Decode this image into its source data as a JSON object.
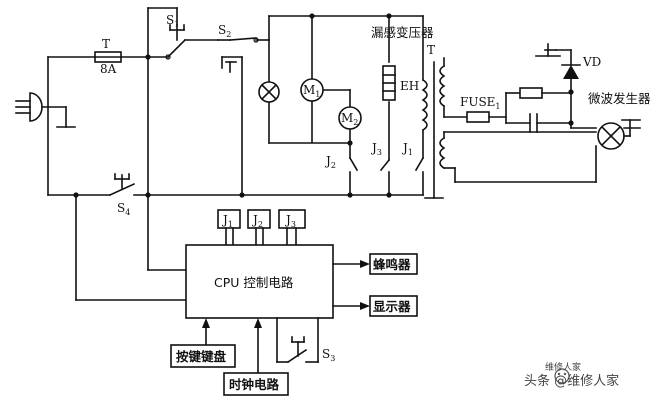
{
  "labels": {
    "fuse_t": "T",
    "fuse_rating": "8A",
    "s1": "S",
    "s1_sub": "1",
    "s2": "S",
    "s2_sub": "2",
    "s3": "S",
    "s3_sub": "3",
    "s4": "S",
    "s4_sub": "4",
    "leakage_transformer": "漏感变压器",
    "transformer_t": "T",
    "eh": "EH",
    "m1": "M",
    "m1_sub": "1",
    "m2": "M",
    "m2_sub": "2",
    "j1": "J",
    "j1_sub": "1",
    "j2": "J",
    "j2_sub": "2",
    "j3": "J",
    "j3_sub": "3",
    "fuse1": "FUSE",
    "fuse1_sub": "1",
    "vd": "VD",
    "magnetron": "微波发生器",
    "cpu": "CPU 控制电路",
    "buzzer": "蜂鸣器",
    "display": "显示器",
    "keypad": "按键键盘",
    "clock": "时钟电路",
    "relay_j1": "J",
    "relay_j1_sub": "1",
    "relay_j2": "J",
    "relay_j2_sub": "2",
    "relay_j3": "J",
    "relay_j3_sub": "3",
    "watermark": "头条 @维修人家"
  }
}
